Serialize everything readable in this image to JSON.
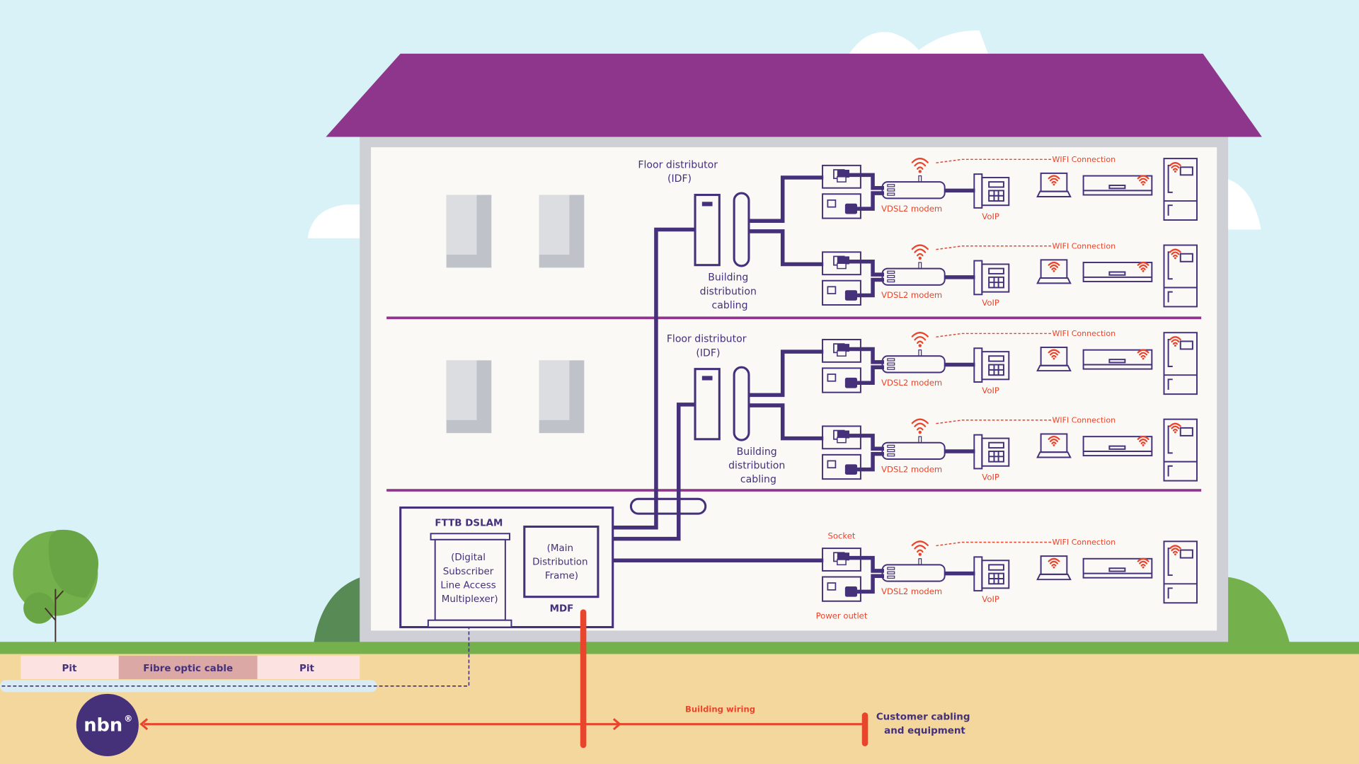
{
  "title": "nbn Fibre to the Building (FTTB) network diagram",
  "colors": {
    "sky": "#d9f2f8",
    "roof": "#8e368b",
    "wall": "#cfd0d5",
    "interior": "#faf9f6",
    "floor_line": "#8e368b",
    "cable": "#45307a",
    "accent_red": "#e8452c",
    "grass": "#74b04c",
    "soil": "#f3d79d",
    "pit": "#fde2e2",
    "fibre": "#dba8a6",
    "nbn_badge": "#45307a"
  },
  "floors": [
    {
      "id": "top",
      "idf_label": [
        "Floor distributor",
        "(IDF)"
      ],
      "cabling_label": [
        "Building",
        "distribution",
        "cabling"
      ],
      "units": [
        {
          "wifi_label": "WIFI Connection",
          "modem_label": "VDSL2 modem",
          "phone_label": "VoIP"
        },
        {
          "wifi_label": "WIFI Connection",
          "modem_label": "VDSL2 modem",
          "phone_label": "VoIP"
        }
      ]
    },
    {
      "id": "middle",
      "idf_label": [
        "Floor distributor",
        "(IDF)"
      ],
      "cabling_label": [
        "Building",
        "distribution",
        "cabling"
      ],
      "units": [
        {
          "wifi_label": "WIFI Connection",
          "modem_label": "VDSL2 modem",
          "phone_label": "VoIP"
        },
        {
          "wifi_label": "WIFI Connection",
          "modem_label": "VDSL2 modem",
          "phone_label": "VoIP"
        }
      ]
    },
    {
      "id": "ground",
      "units": [
        {
          "wifi_label": "WIFI Connection",
          "modem_label": "VDSL2 modem",
          "phone_label": "VoIP",
          "socket_label": "Socket",
          "power_label": "Power outlet"
        }
      ]
    }
  ],
  "dslam": {
    "title": "FTTB DSLAM",
    "description": [
      "(Digital",
      "Subscriber",
      "Line Access",
      "Multiplexer)"
    ],
    "mdf_description": [
      "(Main",
      "Distribution",
      "Frame)"
    ],
    "mdf_label": "MDF"
  },
  "underground": {
    "pit_left": "Pit",
    "fibre_label": "Fibre optic cable",
    "pit_right": "Pit"
  },
  "bottom": {
    "nbn_logo": "nbn",
    "nbn_reg": "®",
    "building_wiring": "Building wiring",
    "customer": [
      "Customer cabling",
      "and equipment"
    ]
  }
}
